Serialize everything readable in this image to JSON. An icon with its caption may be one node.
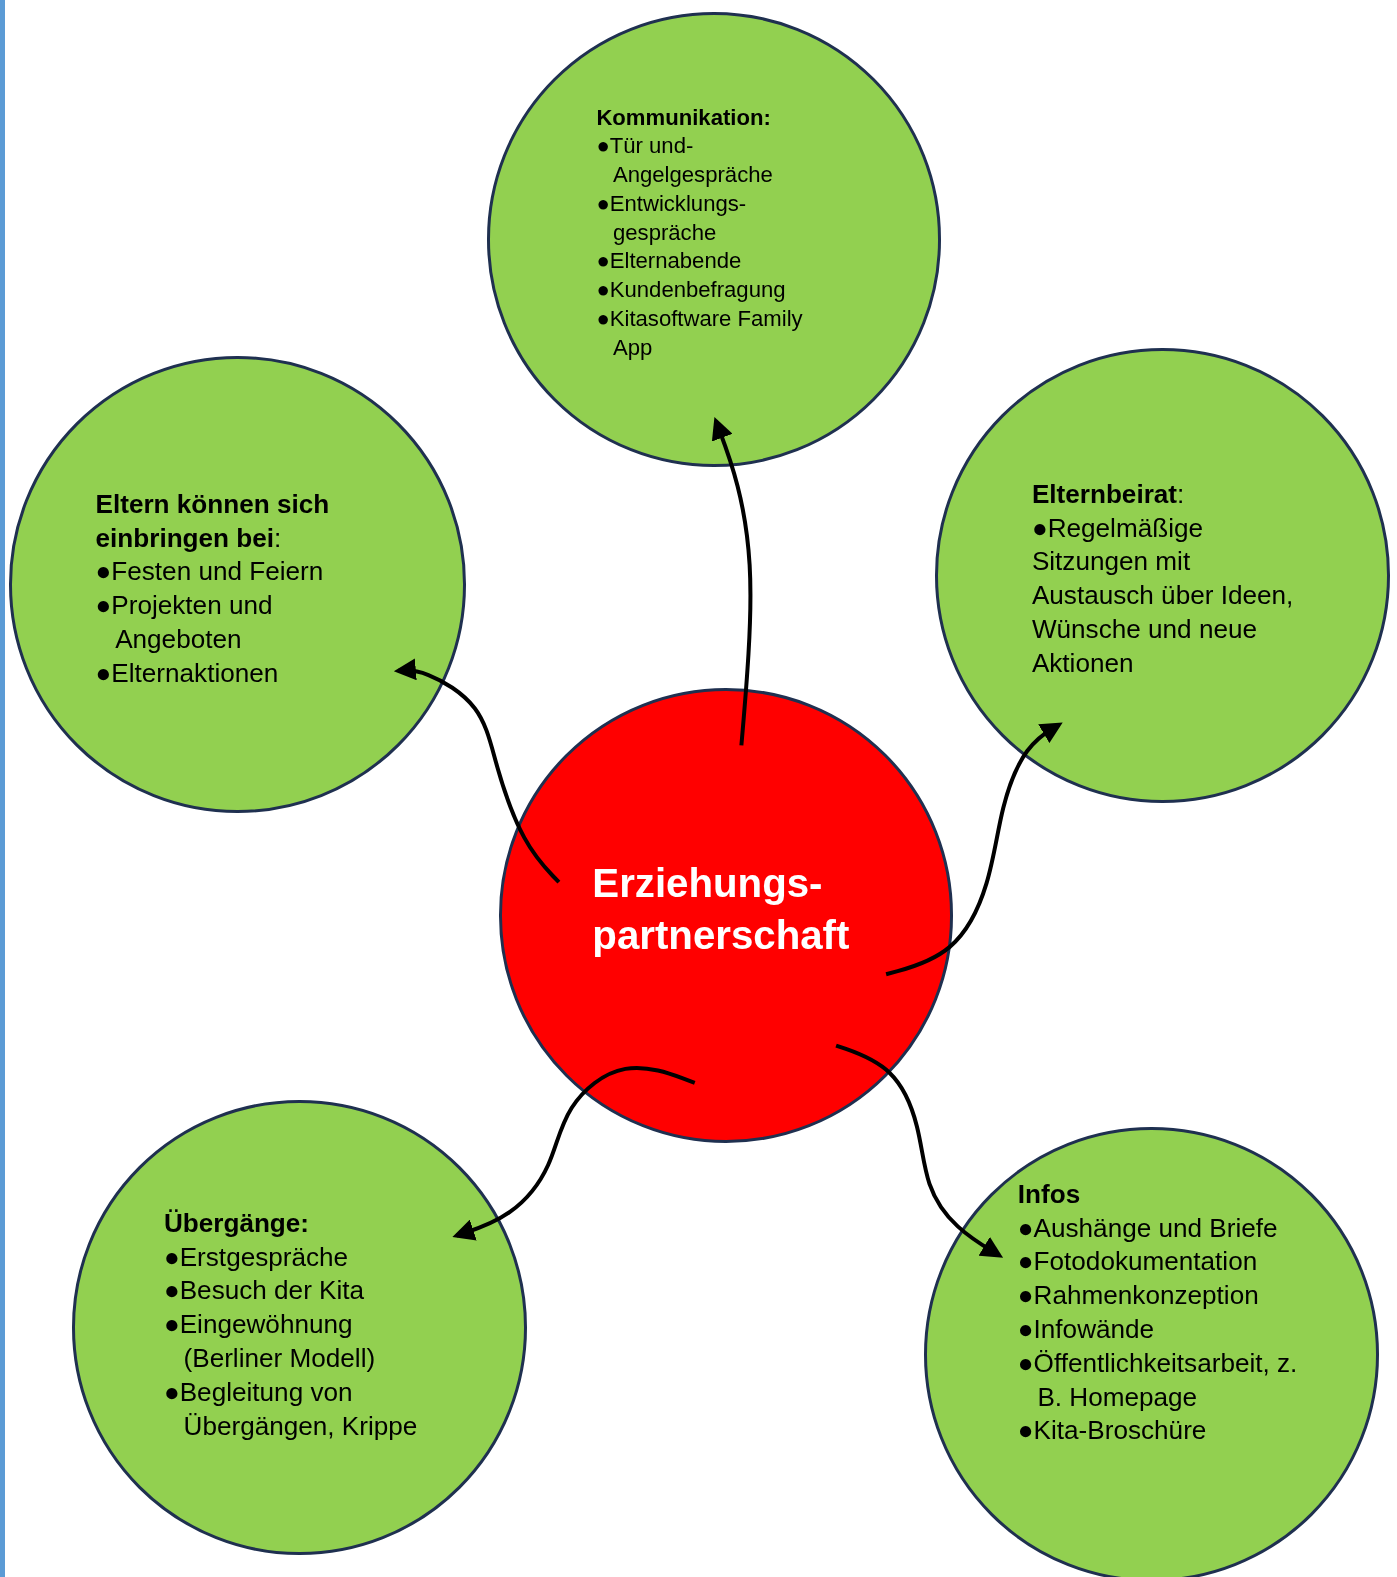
{
  "diagram": {
    "nodes": [
      {
        "text": [
          "Erziehungs- partnerschaft"
        ]
      },
      {
        "text": [
          "Kommunikation:",
          "●Tür und- Angelgespräche",
          "●Entwicklungs- gespräche",
          "●Elternabende",
          "●Kundenbefragung",
          "●Kitasoftware Family App"
        ]
      },
      {
        "text": [
          "**Eltern können sich einbringen bei**:",
          "●Festen und Feiern",
          "●Projekten und Angeboten",
          "●Elternaktionen"
        ]
      },
      {
        "text": [
          "**Elternbeirat**:",
          "●Regelmäßige Sitzungen mit Austausch über Ideen, Wünsche und neue Aktionen"
        ]
      },
      {
        "text": [
          "Übergänge:",
          "●Erstgespräche",
          "●Besuch der Kita",
          "●Eingewöhnung (Berliner Modell)",
          "●Begleitung von Übergängen, Krippe"
        ]
      },
      {
        "text": [
          "Infos",
          "●Aushänge und Briefe",
          "●Fotodokumentation",
          "●Rahmenkonzeption",
          "●Infowände",
          "●Öffentlichkeitsarbeit, z. B. Homepage",
          "●Kita-Broschüre"
        ]
      }
    ],
    "edges": [
      {
        "from": 0,
        "to": 1,
        "arrow": "to"
      },
      {
        "from": 0,
        "to": 2,
        "arrow": "to"
      },
      {
        "from": 0,
        "to": 3,
        "arrow": "to"
      },
      {
        "from": 0,
        "to": 4,
        "arrow": "to"
      },
      {
        "from": 0,
        "to": 5,
        "arrow": "to"
      }
    ]
  }
}
